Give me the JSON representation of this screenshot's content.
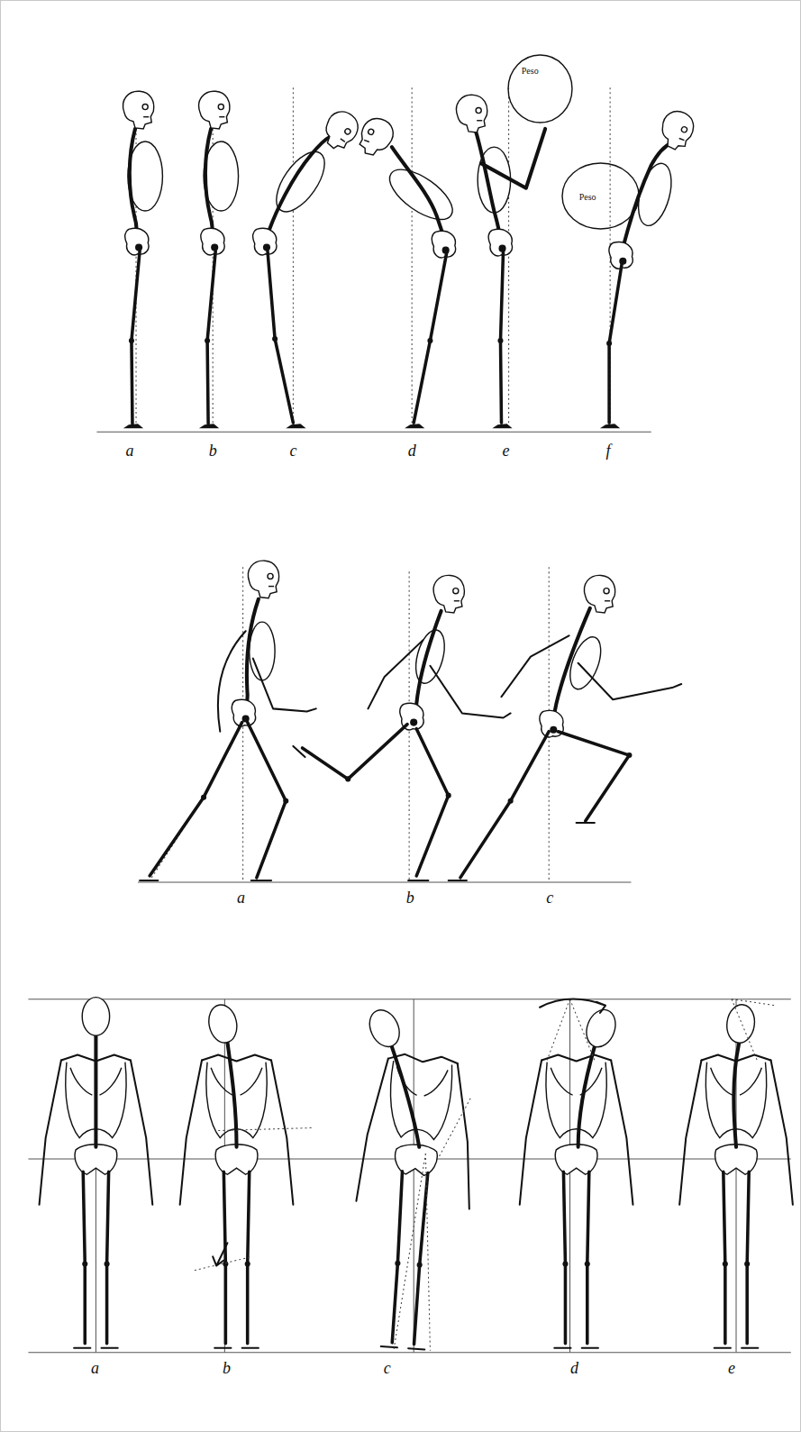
{
  "diagram": {
    "nodes": [
      {
        "text": [
          "Peso"
        ]
      },
      {
        "text": [
          "Peso"
        ]
      }
    ],
    "labels": [
      "a",
      "b",
      "c",
      "d",
      "e",
      "f",
      "a",
      "b",
      "c",
      "a",
      "b",
      "c",
      "d",
      "e"
    ]
  }
}
